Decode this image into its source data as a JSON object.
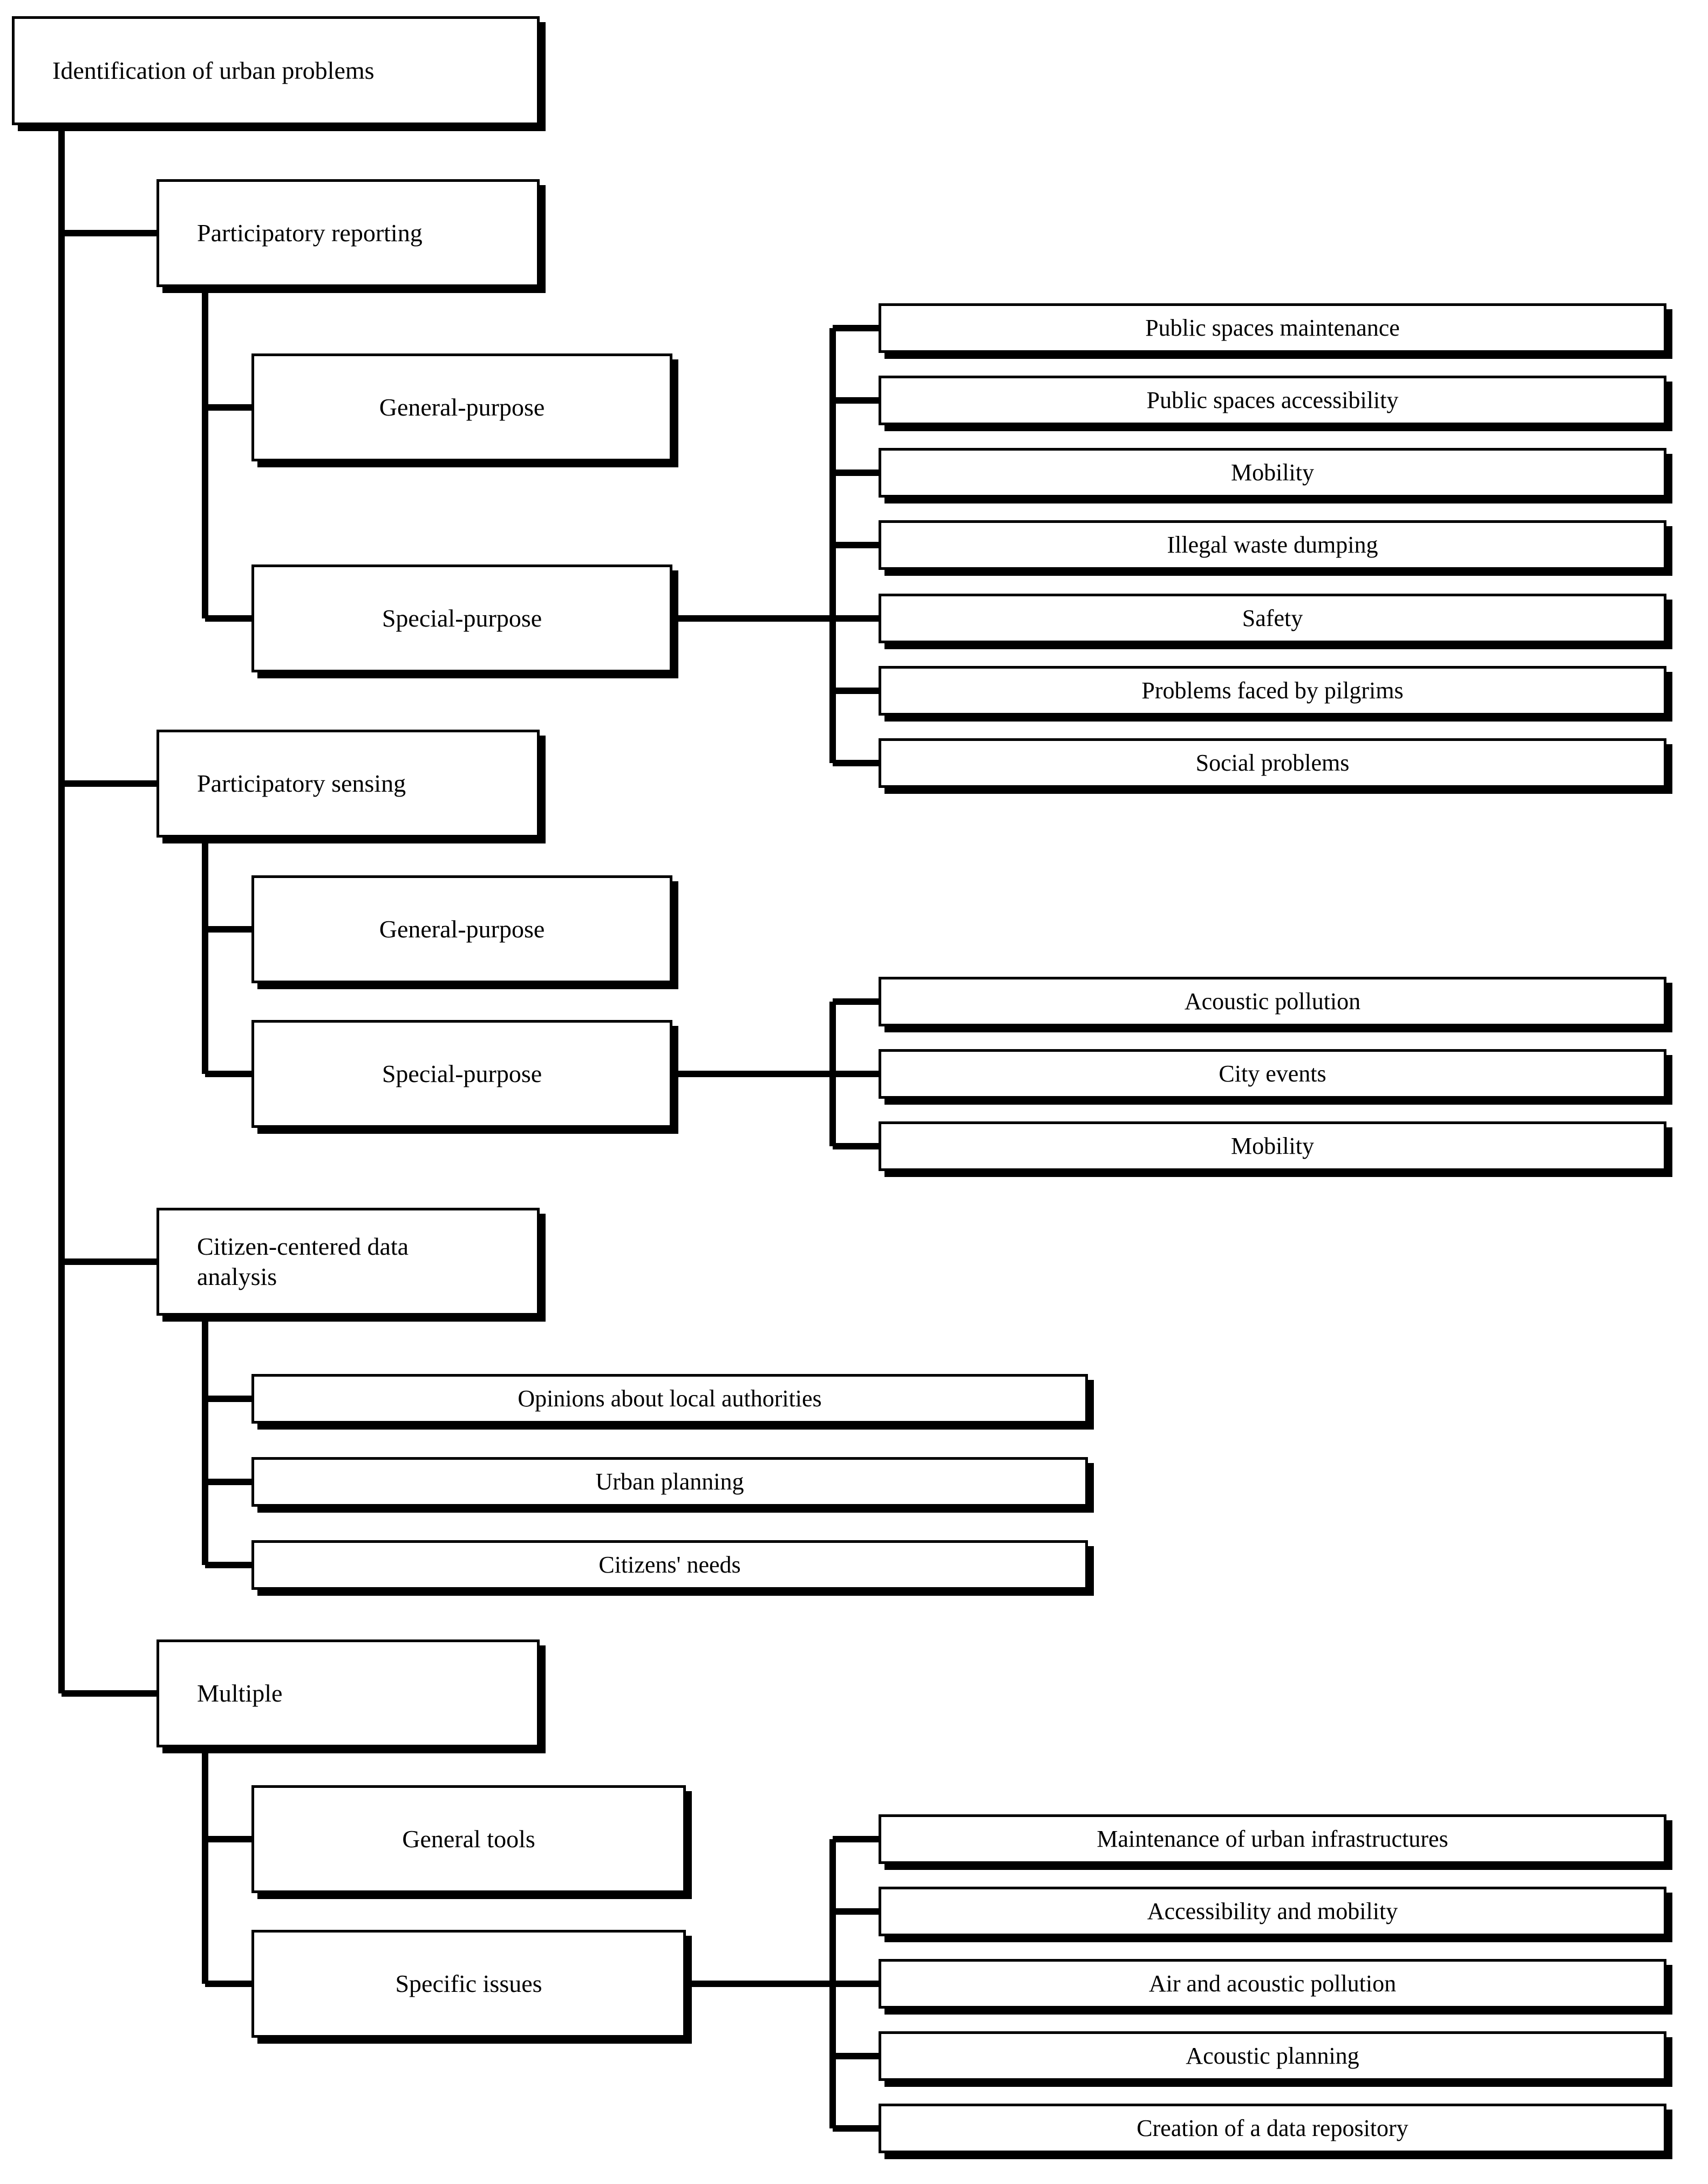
{
  "diagram": {
    "title": "Identification of urban problems",
    "type": "hierarchical-tree",
    "orientation": "left-to-right-indented",
    "colors": {
      "background": "#ffffff",
      "box_border": "#000000",
      "box_fill": "#ffffff",
      "connector": "#000000",
      "text": "#000000",
      "shadow": "#000000"
    },
    "root": {
      "label": "Identification of urban problems"
    },
    "branches": [
      {
        "label": "Participatory reporting",
        "children": [
          {
            "label": "General-purpose",
            "leaves": []
          },
          {
            "label": "Special-purpose",
            "leaves": [
              "Public spaces maintenance",
              "Public spaces accessibility",
              "Mobility",
              "Illegal waste dumping",
              "Safety",
              "Problems faced by pilgrims",
              "Social problems"
            ]
          }
        ]
      },
      {
        "label": "Participatory sensing",
        "children": [
          {
            "label": "General-purpose",
            "leaves": []
          },
          {
            "label": "Special-purpose",
            "leaves": [
              "Acoustic pollution",
              "City events",
              "Mobility"
            ]
          }
        ]
      },
      {
        "label": "Citizen-centered data\nanalysis",
        "children": [],
        "direct_leaves": [
          "Opinions about local authorities",
          "Urban planning",
          "Citizens' needs"
        ]
      },
      {
        "label": "Multiple",
        "children": [
          {
            "label": "General tools",
            "leaves": []
          },
          {
            "label": "Specific issues",
            "leaves": [
              "Maintenance of urban infrastructures",
              "Accessibility and mobility",
              "Air and acoustic pollution",
              "Acoustic planning",
              "Creation of a data repository"
            ]
          }
        ]
      }
    ]
  }
}
